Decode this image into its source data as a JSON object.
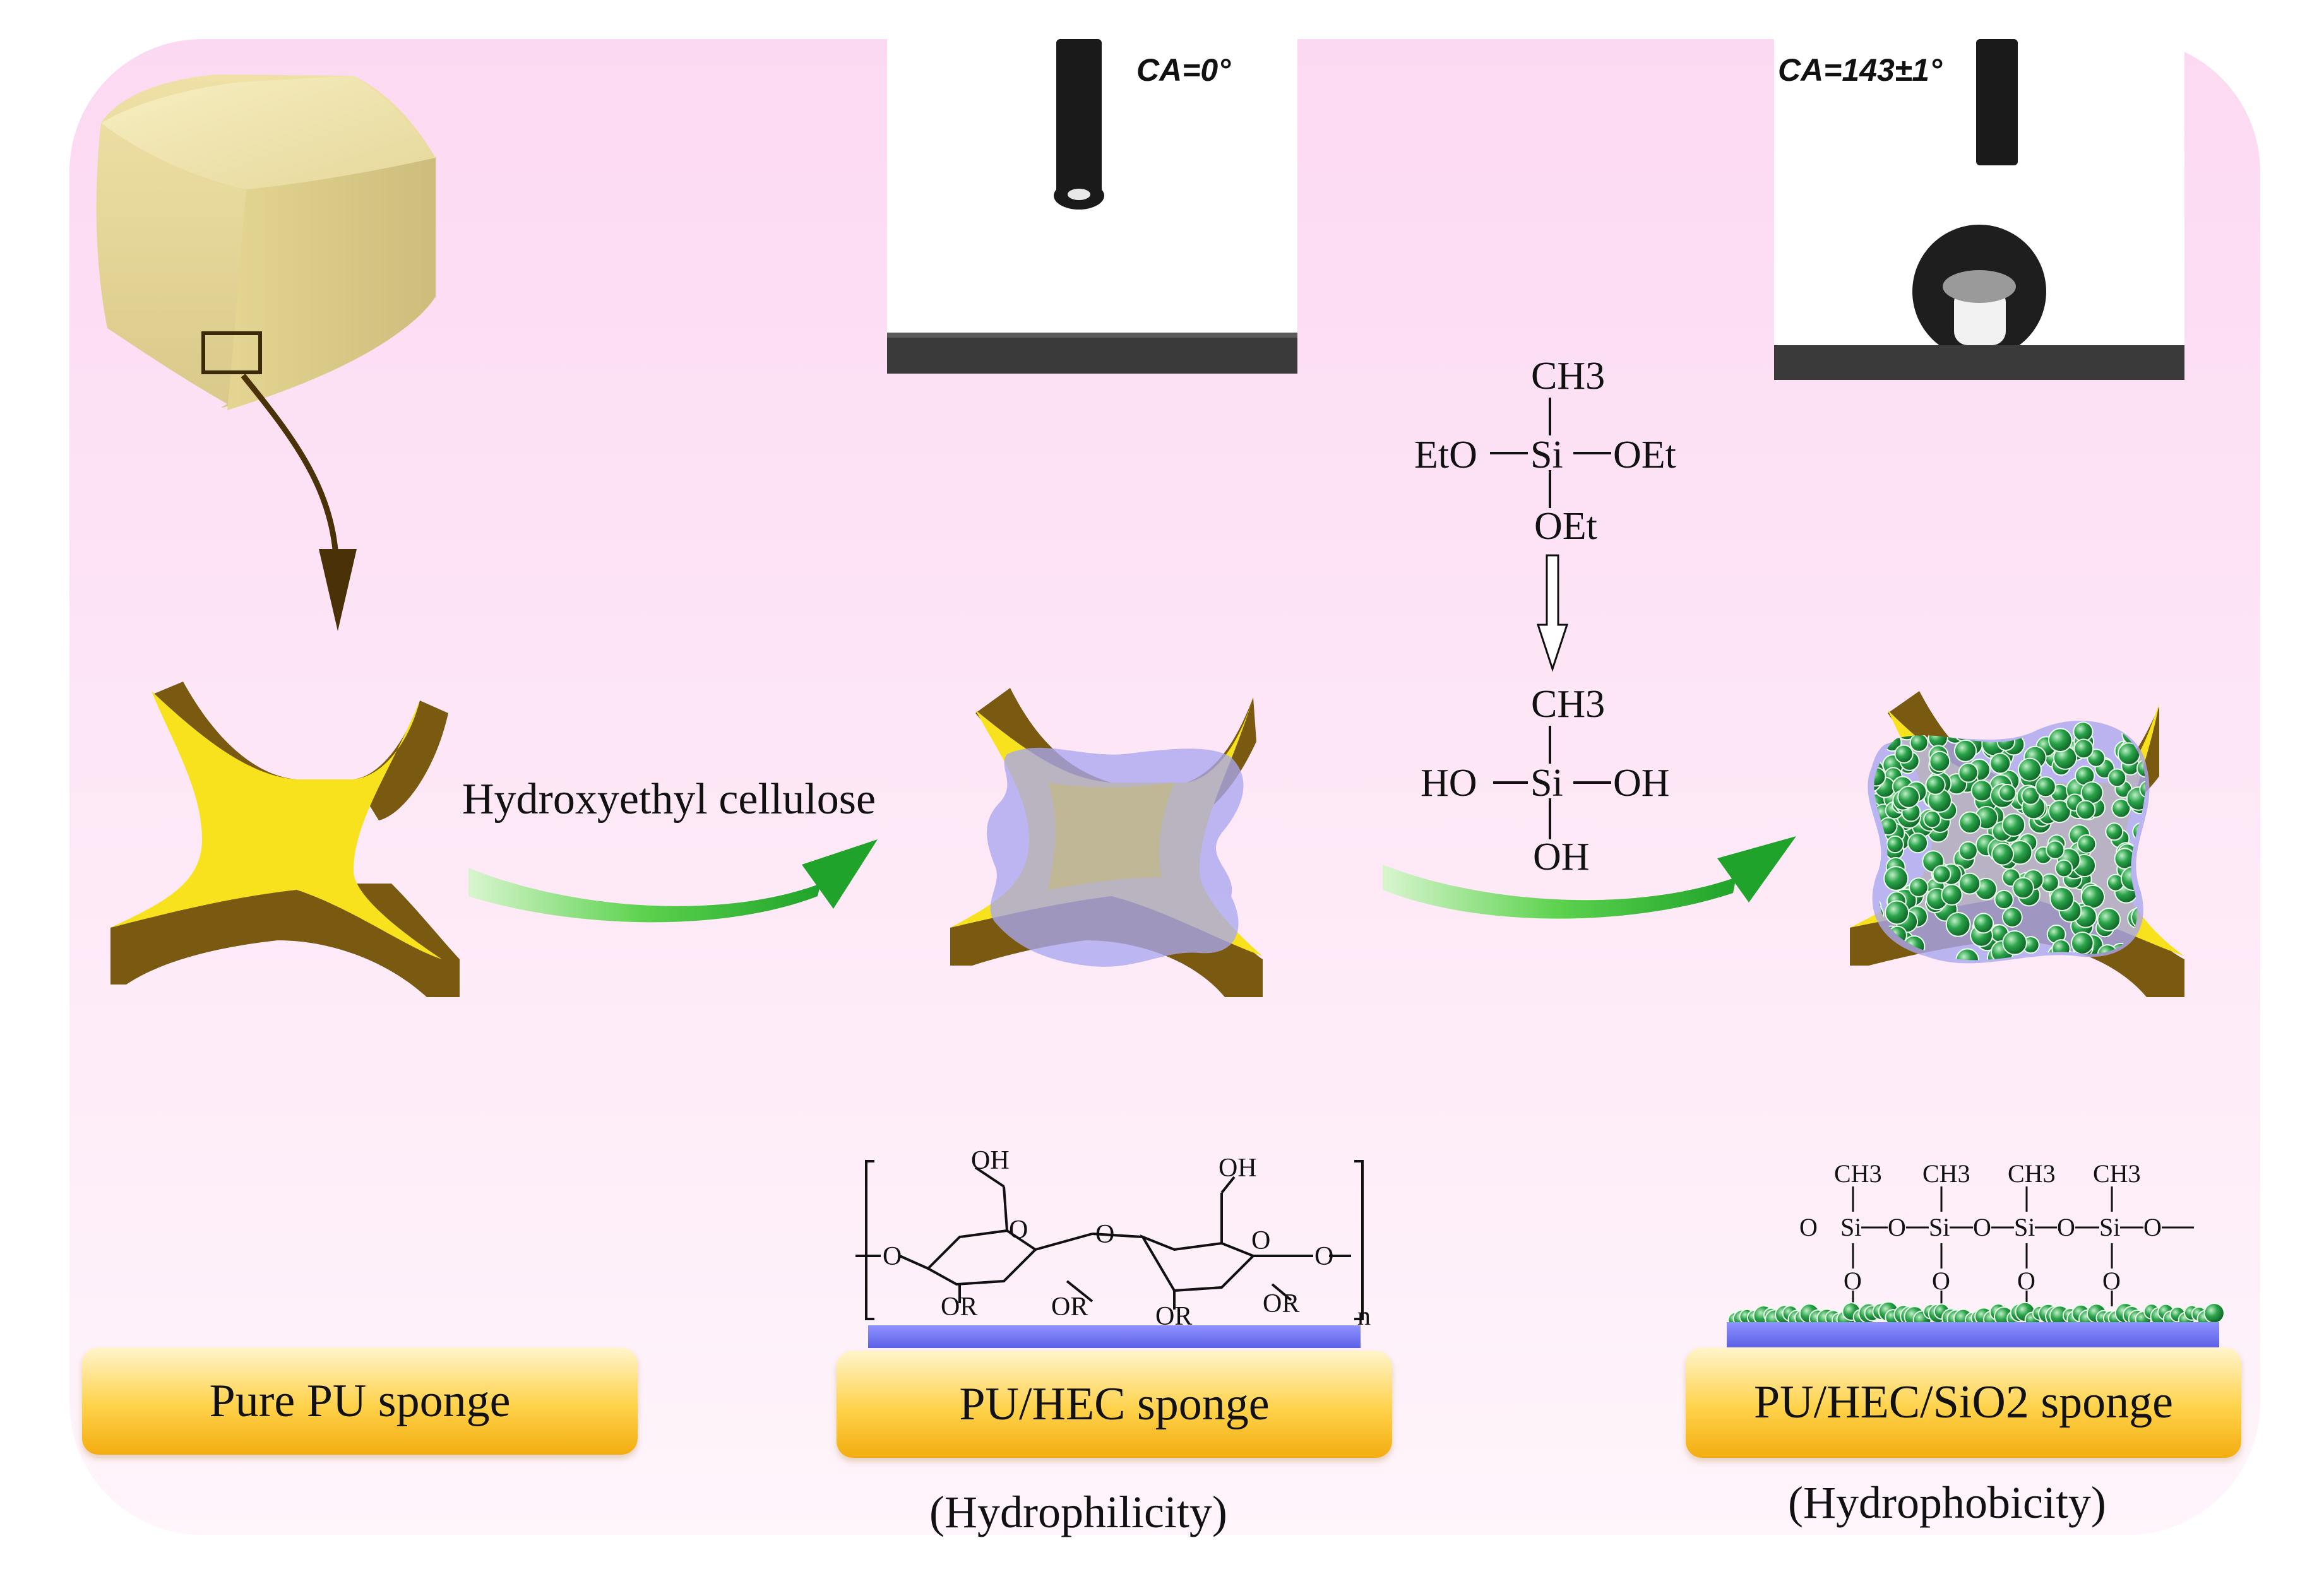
{
  "contact_angles": {
    "hydrophilic": "CA=0°",
    "hydrophobic": "CA=143±1°"
  },
  "process": {
    "step1_reagent": "Hydroxyethyl cellulose"
  },
  "silane": {
    "ch3_top": "CH3",
    "eto_left": "EtO",
    "si": "Si",
    "oet_right": "OEt",
    "oet_bottom": "OEt",
    "ch3_hydrolyzed": "CH3",
    "ho_left": "HO",
    "oh_right": "OH",
    "oh_bottom": "OH"
  },
  "labels": {
    "pure": "Pure PU sponge",
    "hec": "PU/HEC sponge",
    "sio2": "PU/HEC/SiO2 sponge",
    "hydrophilicity": "(Hydrophilicity)",
    "hydrophobicity": "(Hydrophobicity)"
  },
  "hec_structure": {
    "oh": "OH",
    "o": "O",
    "or": "OR",
    "n": "n"
  },
  "siloxane": {
    "ch3": "CH3",
    "si": "Si",
    "o": "O"
  },
  "colors": {
    "sponge_yellow": "#f7e21d",
    "sponge_brown": "#7a5a10",
    "hec_coating": "#a9a6ef",
    "sio2_particle": "#1f8c3a",
    "arrow_green": "#33c23a",
    "substrate_blue": "#6c6ff0"
  }
}
